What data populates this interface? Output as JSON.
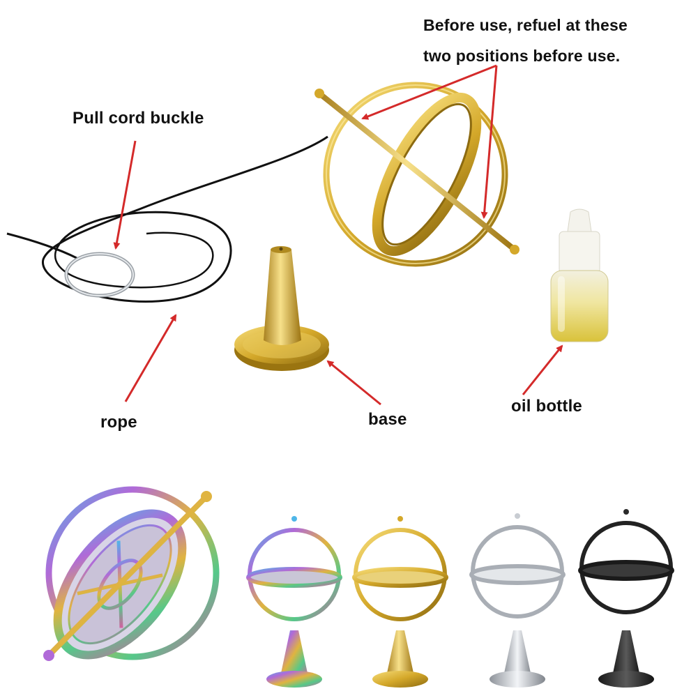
{
  "annotations": {
    "refuel_line1": "Before use, refuel at these",
    "refuel_line2": "two positions before use.",
    "pull_cord_buckle": "Pull cord buckle",
    "rope": "rope",
    "base": "base",
    "oil_bottle": "oil bottle"
  },
  "colors": {
    "arrow": "#d42a2a",
    "gold": "#d4a82a",
    "gold_dark": "#9a7410",
    "silver": "#c8ccd2",
    "black_metal": "#2a2a2a",
    "cord": "#111111",
    "oil": "#e8d24a"
  },
  "variants": [
    "rainbow",
    "gold",
    "rainbow",
    "gold",
    "silver",
    "black"
  ]
}
